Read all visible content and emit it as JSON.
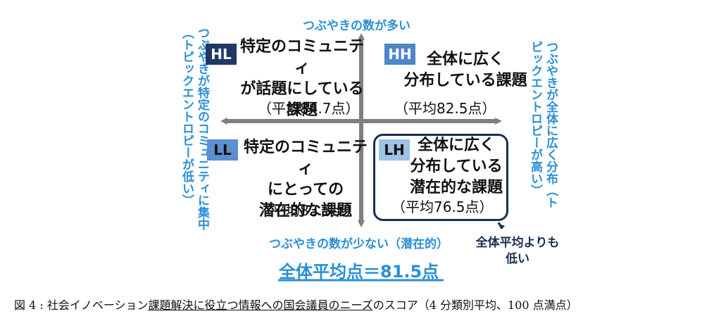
{
  "axes": {
    "top": "つぶやきの数が多い",
    "bottom": "つぶやきの数が少ない（潜在的）",
    "left": "つぶやきが特定のコミュニティに集中（トピックエントロピーが低い）",
    "right": "つぶやきが全体に広く分布（トピックエントロピーが高い）"
  },
  "quadrants": {
    "HL": {
      "code": "HL",
      "lines": [
        "特定のコミュニティ",
        "が話題にしている",
        "課題"
      ],
      "avg": "（平均84.7点）"
    },
    "HH": {
      "code": "HH",
      "lines": [
        "全体に広く",
        "分布している課題"
      ],
      "avg": "（平均82.5点）"
    },
    "LL": {
      "code": "LL",
      "lines": [
        "特定のコミュニティ",
        "にとっての",
        "潜在的な課題"
      ],
      "avg": "（平均83.5点）"
    },
    "LH": {
      "code": "LH",
      "lines": [
        "全体に広く",
        "分布している",
        "潜在的な課題"
      ],
      "avg": "（平均76.5点）"
    }
  },
  "annotation": {
    "line1": "全体平均よりも",
    "line2": "低い"
  },
  "overall": "全体平均点＝81.5点",
  "caption": {
    "prefix": "図 4 : 社会イノベーション",
    "underlined": "課題解決に役立つ情報への国会議員のニーズ",
    "suffix": "のスコア（4 分類別平均、100 点満点）"
  },
  "colors": {
    "axis": "#7f7f7f",
    "label_blue": "#2a8fd6",
    "navy": "#1b2e52",
    "badge_hl": "#1f3864",
    "badge_hh": "#4f86c6",
    "badge_ll": "#5b8fd0",
    "badge_lh": "#9dc3e6"
  }
}
